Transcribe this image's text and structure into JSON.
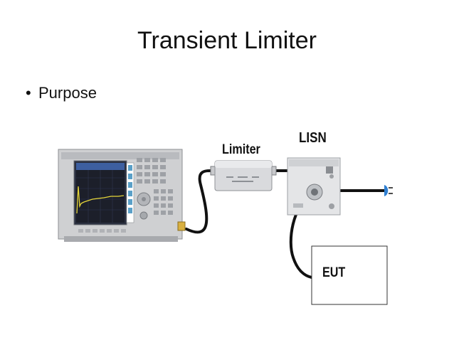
{
  "slide": {
    "title": "Transient Limiter",
    "bullets": [
      "Purpose"
    ],
    "bullet_glyph": "•"
  },
  "diagram": {
    "labels": {
      "limiter": "Limiter",
      "lisn": "LISN",
      "eut": "EUT"
    },
    "colors": {
      "cable": "#111111",
      "analyzer_body": "#cfd0d2",
      "screen_bg": "#1c1f2a",
      "trace": "#e6d63a",
      "plug_blue": "#2f7fd1",
      "connector_gold": "#d9b040"
    }
  }
}
